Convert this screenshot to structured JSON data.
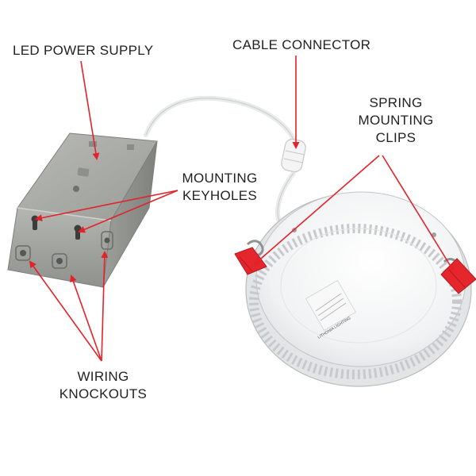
{
  "colors": {
    "annotation": "#e32229",
    "housing": "#a9aba7",
    "panel": "#f1f2f3",
    "clip": "#e5262c"
  },
  "labels": {
    "power_supply": "LED POWER SUPPLY",
    "cable_connector": "CABLE CONNECTOR",
    "spring_clips": [
      "SPRING",
      "MOUNTING",
      "CLIPS"
    ],
    "mounting_keyholes": [
      "MOUNTING",
      "KEYHOLES"
    ],
    "wiring_knockouts": [
      "WIRING",
      "KNOCKOUTS"
    ]
  },
  "product_label": {
    "brand": "LITHONIA LIGHTING"
  }
}
